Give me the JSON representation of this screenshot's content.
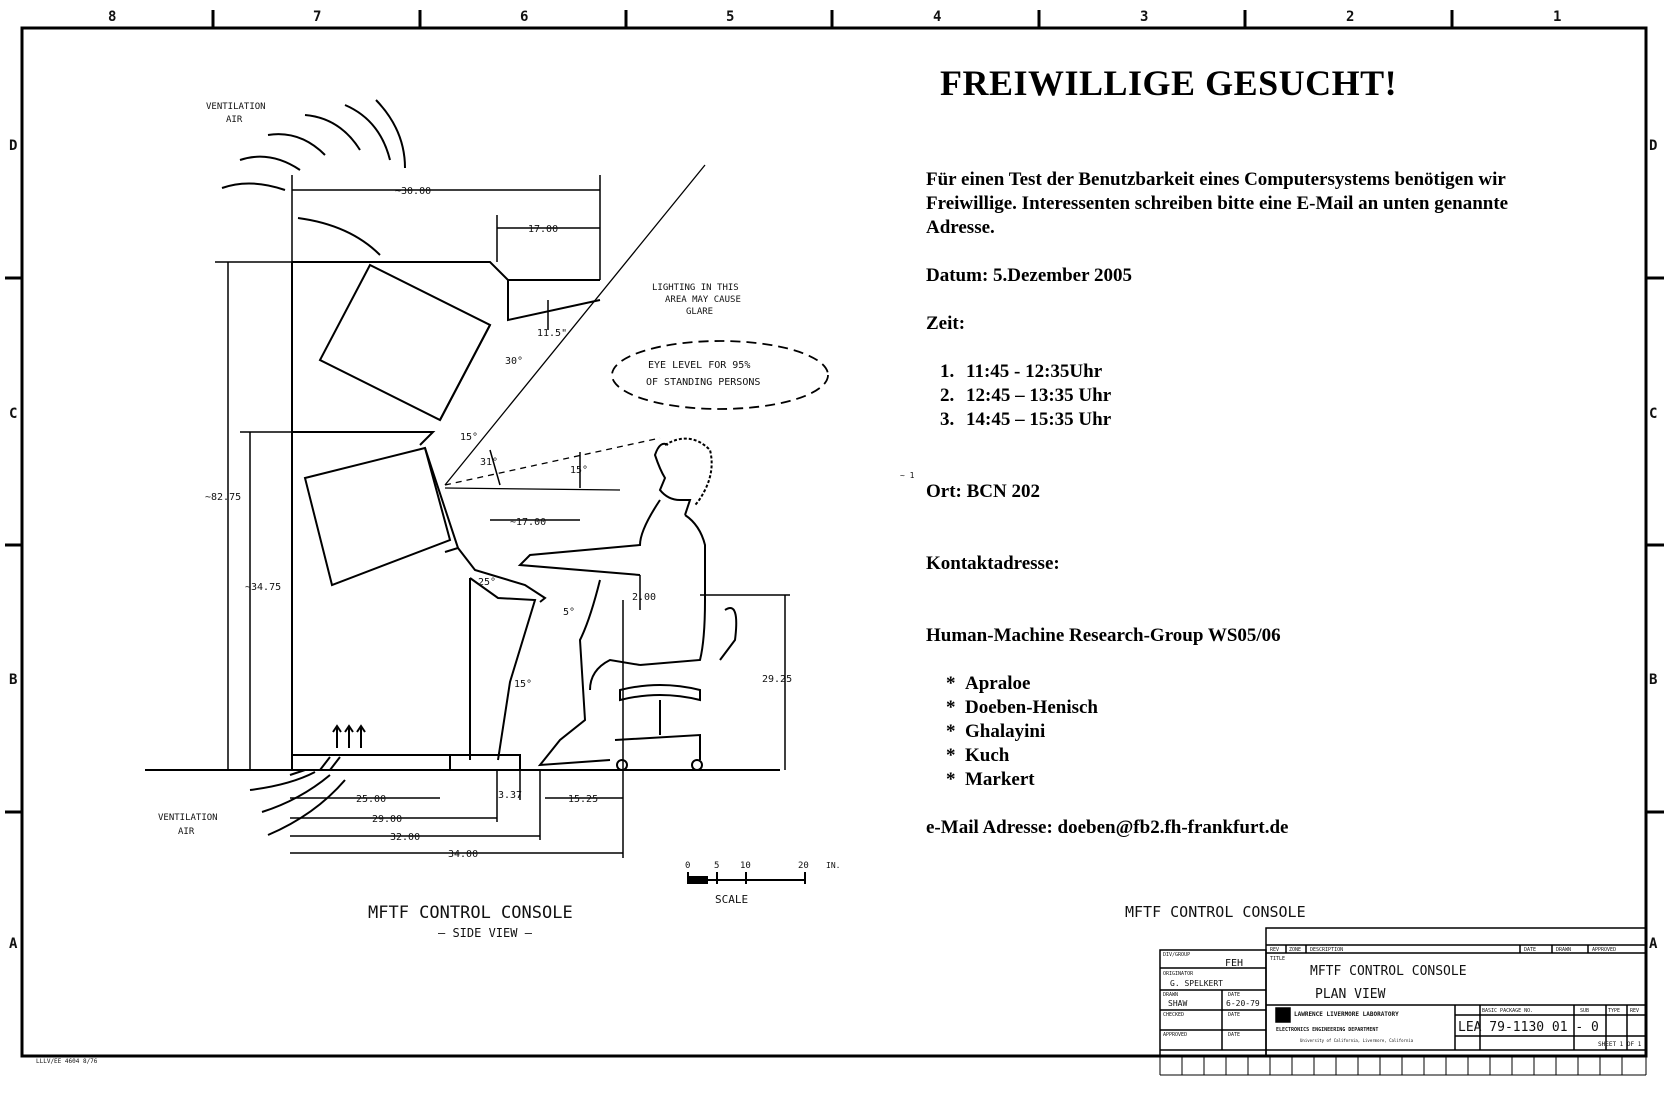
{
  "headline": "FREIWILLIGE GESUCHT!",
  "intro_lines": [
    "Für einen Test der Benutzbarkeit eines Computersystems benötigen wir",
    "Freiwillige. Interessenten schreiben bitte eine E-Mail an unten genannte",
    "Adresse."
  ],
  "date": "Datum: 5.Dezember 2005",
  "time_label": "Zeit:",
  "time_slots": [
    {
      "num": "1.",
      "text": "11:45 - 12:35Uhr"
    },
    {
      "num": "2.",
      "text": "12:45 – 13:35 Uhr"
    },
    {
      "num": "3.",
      "text": "14:45 – 15:35 Uhr"
    }
  ],
  "location": "Ort: BCN 202",
  "contact_label": "Kontaktadresse:",
  "group": "Human-Machine Research-Group WS05/06",
  "members": [
    "Apraloe",
    "Doeben-Henisch",
    "Ghalayini",
    "Kuch",
    "Markert"
  ],
  "email": "e-Mail Adresse: doeben@fb2.fh-frankfurt.de",
  "drawing": {
    "border_numbers": [
      "8",
      "7",
      "6",
      "5",
      "4",
      "3",
      "2",
      "1"
    ],
    "border_letters": [
      "D",
      "C",
      "B",
      "A"
    ],
    "ventilation_top": [
      "VENTILATION",
      "AIR"
    ],
    "ventilation_bottom": [
      "VENTILATION",
      "AIR"
    ],
    "lighting_note": [
      "LIGHTING IN THIS",
      "AREA MAY CAUSE",
      "GLARE"
    ],
    "eye_level_note": [
      "EYE LEVEL FOR 95%",
      "OF STANDING PERSONS"
    ],
    "dims": {
      "top_width": "~30.00",
      "shelf": "17.00",
      "shelf_h": "11.5\"",
      "angle30": "30°",
      "angle15": "15°",
      "angle31": "31°",
      "angle15b": "15°",
      "reach": "~17.00",
      "height_total": "~82.75",
      "height_desk": "~34.75",
      "angle25": "25°",
      "angle5": "5°",
      "angle15c": "15°",
      "knee": "2.00",
      "seat": "29.25",
      "d1": "25.00",
      "d2": "29.00",
      "d3": "32.00",
      "d4": "34.00",
      "d5": "3.37",
      "d6": "15.25"
    },
    "scale_ticks": [
      "0",
      "5",
      "10",
      "20"
    ],
    "scale_unit": "IN.",
    "scale_label": "SCALE",
    "side_title": "MFTF  CONTROL  CONSOLE",
    "side_subtitle": "— SIDE  VIEW —",
    "plan_title": "MFTF  CONTROL  CONSOLE",
    "title_block": {
      "title_1": "MFTF    CONTROL  CONSOLE",
      "title_2": "PLAN  VIEW",
      "lab": "LAWRENCE LIVERMORE LABORATORY",
      "dept": "ELECTRONICS ENGINEERING DEPARTMENT",
      "univ": "University of California, Livermore, California",
      "drawing_no": "LEA  79-1130  01 - 0",
      "sheet": "SHEET 1 OF 1",
      "group": "FEH",
      "originator": "G. SPELKERT",
      "drawn_by": "SHAW",
      "drawn_date": "6-20-79",
      "hdr_rev": "REV",
      "hdr_zone": "ZONE",
      "hdr_desc": "DESCRIPTION",
      "hdr_date": "DATE",
      "hdr_drawn": "DRAWN",
      "hdr_appr": "APPROVED",
      "lbl_group": "DIV/GROUP",
      "lbl_orig": "ORIGINATOR",
      "lbl_drawn": "DRAWN",
      "lbl_date": "DATE",
      "lbl_checked": "CHECKED",
      "lbl_approved": "APPROVED",
      "lbl_title": "TITLE",
      "lbl_pkg": "BASIC PACKAGE NO.",
      "lbl_sub": "SUB",
      "lbl_type": "TYPE",
      "lbl_rev": "REV"
    },
    "corner_note": "LLLV/EE 4604 8/76"
  }
}
